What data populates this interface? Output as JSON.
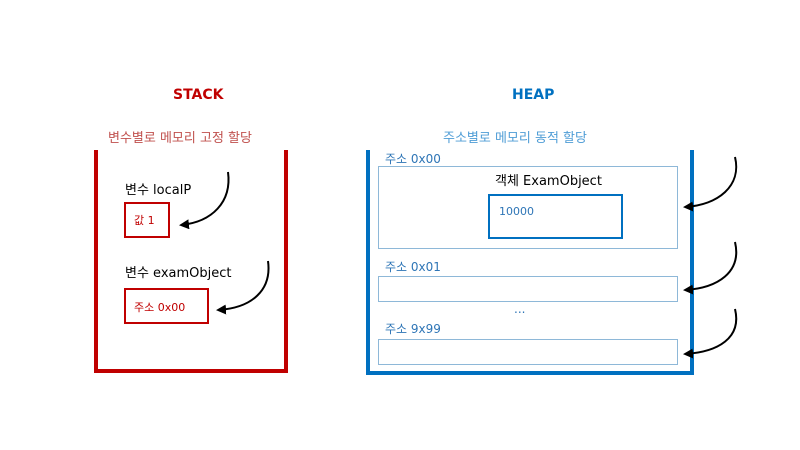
{
  "stack": {
    "title": "STACK",
    "subtitle": "변수별로 메모리 고정 할당",
    "variables": [
      {
        "label": "변수 localP",
        "box": "값 1"
      },
      {
        "label": "변수 examObject",
        "box": "주소 0x00"
      }
    ],
    "color": "#c00000"
  },
  "heap": {
    "title": "HEAP",
    "subtitle": "주소별로 메모리 동적 할당",
    "slots": [
      {
        "address": "주소 0x00"
      },
      {
        "address": "주소 0x01"
      },
      {
        "address": "주소 9x99"
      }
    ],
    "object_label": "객체 ExamObject",
    "object_value": "10000",
    "ellipsis": "...",
    "color": "#0070c0"
  }
}
